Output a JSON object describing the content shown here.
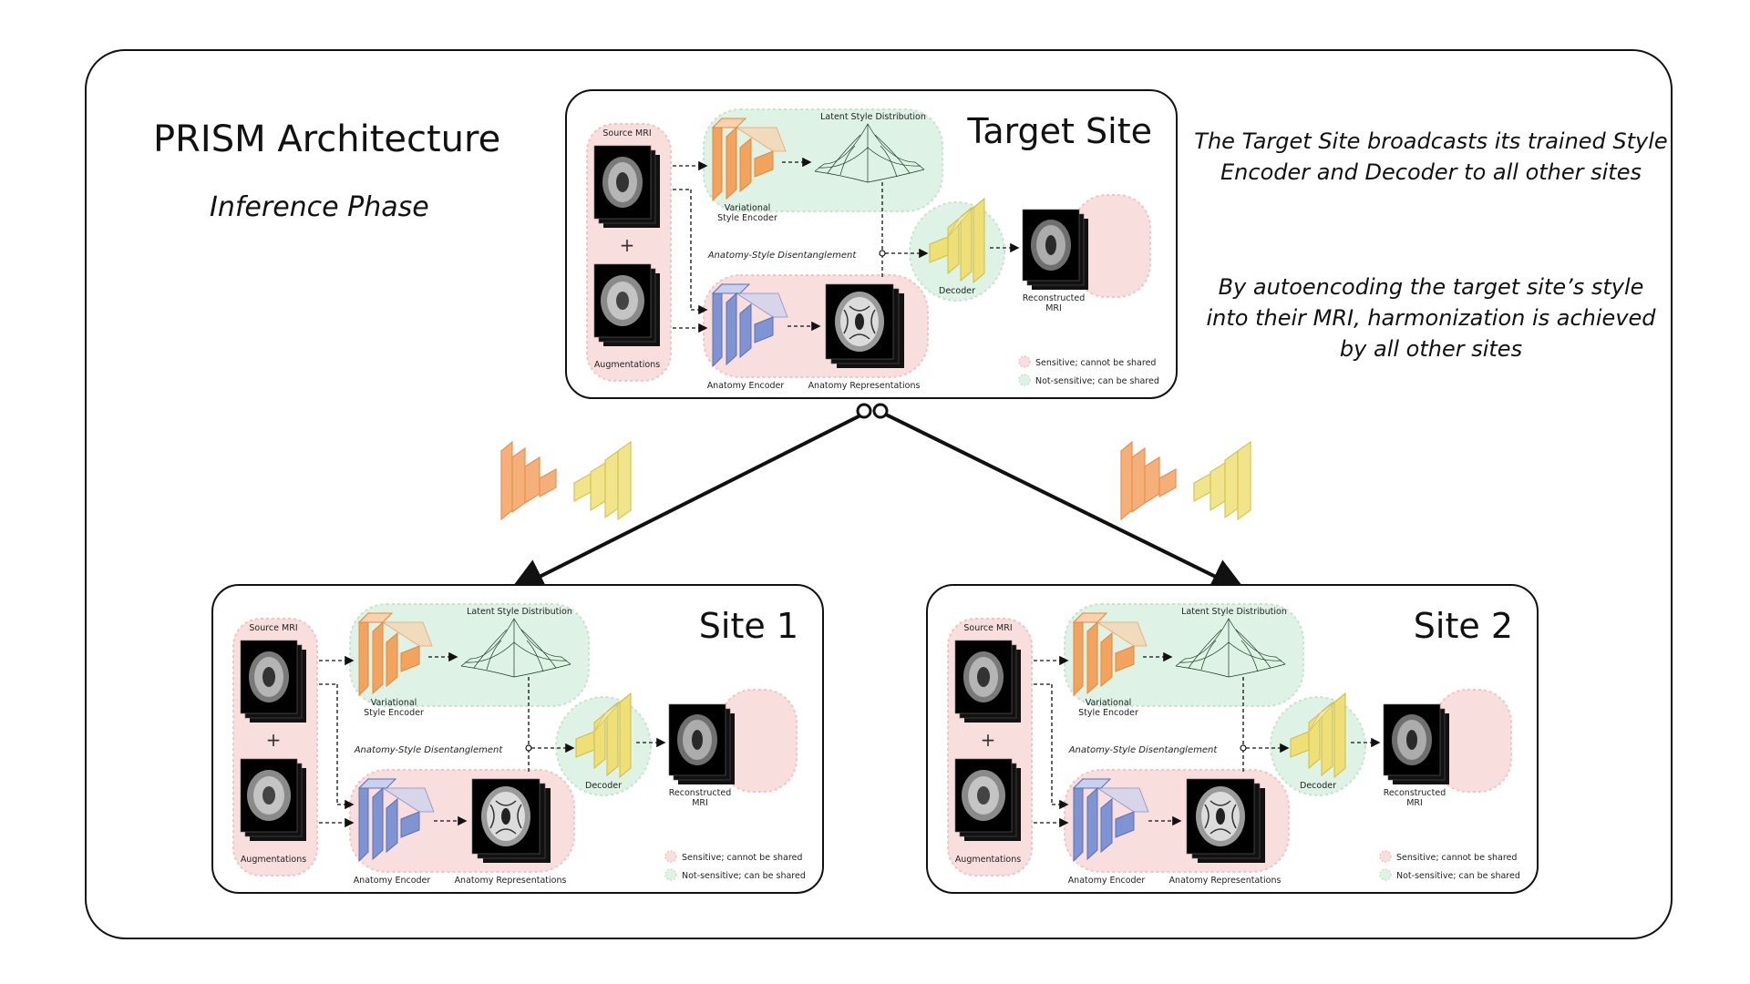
{
  "header": {
    "title": "PRISM Architecture",
    "subtitle": "Inference Phase"
  },
  "notes": [
    "The Target Site broadcasts its trained Style Encoder and Decoder to all other sites",
    "By autoencoding the target site’s style into their MRI, harmonization is achieved by all other sites"
  ],
  "sites": {
    "target": {
      "title": "Target Site"
    },
    "site1": {
      "title": "Site 1"
    },
    "site2": {
      "title": "Site 2"
    }
  },
  "labels": {
    "source_mri": "Source MRI",
    "augmentations": "Augmentations",
    "plus": "+",
    "variational_style_encoder_line1": "Variational",
    "variational_style_encoder_line2": "Style Encoder",
    "latent_style_distribution": "Latent Style Distribution",
    "disentanglement": "Anatomy-Style Disentanglement",
    "anatomy_encoder": "Anatomy Encoder",
    "anatomy_representations": "Anatomy Representations",
    "decoder": "Decoder",
    "reconstructed_line1": "Reconstructed",
    "reconstructed_line2": "MRI",
    "legend_sensitive": "Sensitive; cannot be shared",
    "legend_not_sensitive": "Not-sensitive; can be shared"
  },
  "colors": {
    "pink_region": "#f9dede",
    "green_region": "#dff2e6",
    "style_encoder": "#f0a060",
    "anatomy_encoder": "#8aa0d8",
    "decoder": "#ecdf7a"
  }
}
